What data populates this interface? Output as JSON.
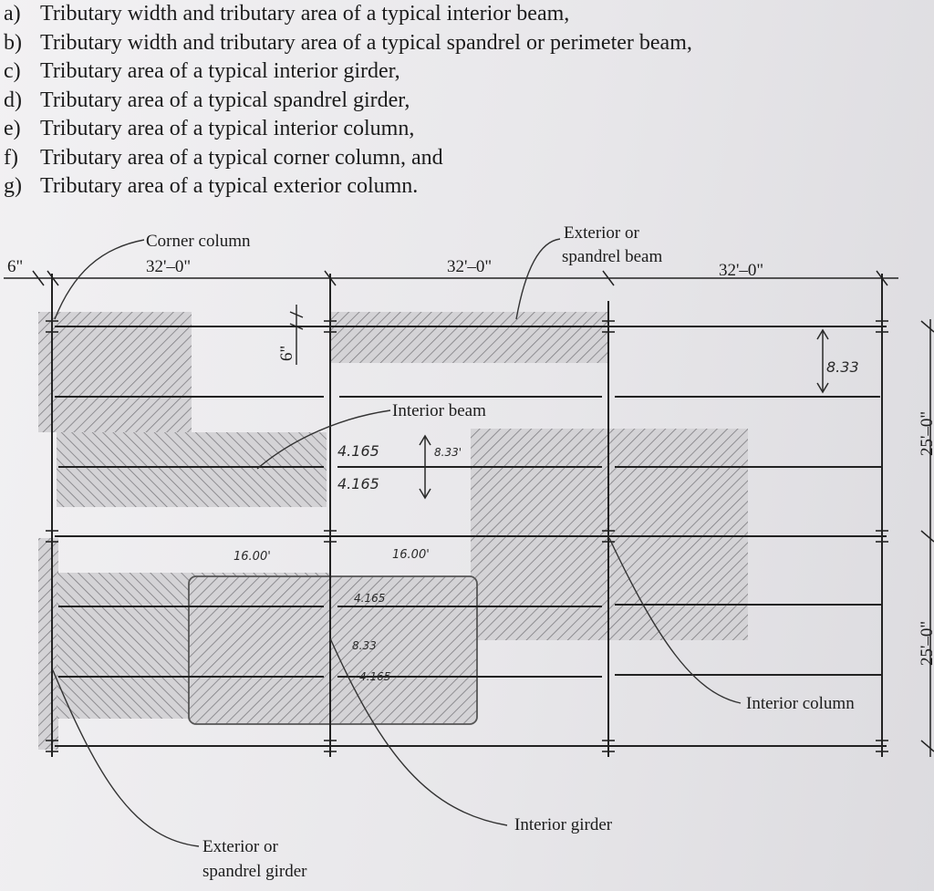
{
  "questions": [
    {
      "letter": "a)",
      "text": "Tributary width and tributary area of a typical interior beam,"
    },
    {
      "letter": "b)",
      "text": "Tributary width and tributary area of a typical spandrel or perimeter beam,"
    },
    {
      "letter": "c)",
      "text": "Tributary area of a typical interior girder,"
    },
    {
      "letter": "d)",
      "text": "Tributary area of a typical spandrel girder,"
    },
    {
      "letter": "e)",
      "text": "Tributary area of a typical interior column,"
    },
    {
      "letter": "f)",
      "text": "Tributary area of a typical corner column, and"
    },
    {
      "letter": "g)",
      "text": "Tributary area of a typical exterior column."
    }
  ],
  "diagram": {
    "labels": {
      "corner_column": "Corner column",
      "exterior_spandrel_beam_1": "Exterior or",
      "exterior_spandrel_beam_2": "spandrel beam",
      "interior_beam": "Interior beam",
      "interior_column": "Interior column",
      "interior_girder": "Interior girder",
      "exterior_spandrel_girder_1": "Exterior or",
      "exterior_spandrel_girder_2": "spandrel girder"
    },
    "dimensions": {
      "edge_offset": "6\"",
      "bay_width_1": "32'–0\"",
      "bay_width_2": "32'–0\"",
      "bay_width_3": "32'–0\"",
      "vertical_offset": "6\"",
      "bay_depth_1": "25'–0\"",
      "bay_depth_2": "25'–0\""
    },
    "handwritten": {
      "spacing_top_right": "8.33",
      "beam_half_top": "4.165",
      "beam_half_bottom": "4.165",
      "beam_spacing": "8.33'",
      "girder_half_left": "16.00'",
      "girder_half_right": "16.00'",
      "girder_area_top": "4.165",
      "girder_area_mid": "8.33",
      "girder_area_bottom": "4.165"
    }
  }
}
